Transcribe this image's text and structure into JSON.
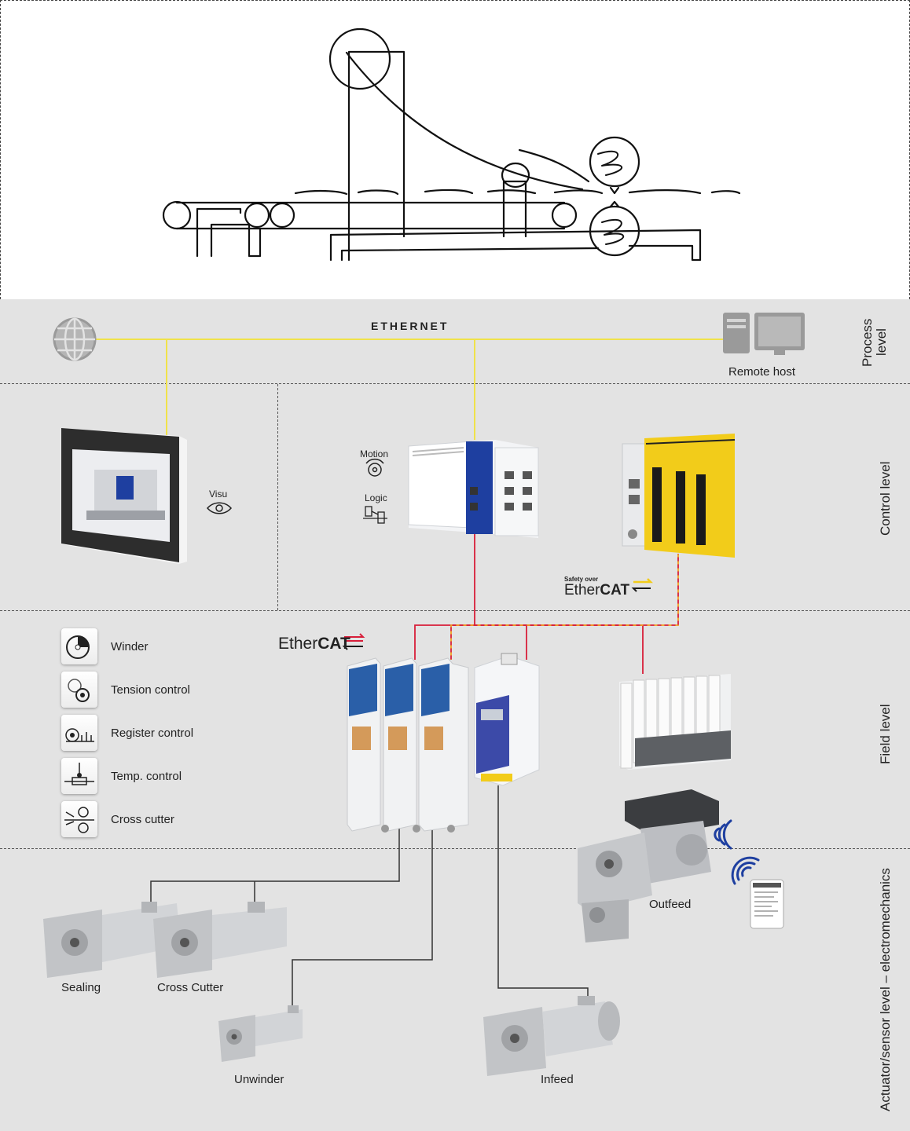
{
  "network": {
    "ethernet_label": "ETHERNET",
    "ethercat_label": "Ether",
    "ethercat_bold": "CAT",
    "safety_over": "Safety over"
  },
  "levels": {
    "process": [
      "Process",
      "level"
    ],
    "control": "Control level",
    "field": "Field level",
    "actuator": "Actuator/sensor level – electromechanics"
  },
  "remote_host": "Remote host",
  "hmi": {
    "visu": "Visu"
  },
  "controller": {
    "motion": "Motion",
    "logic": "Logic"
  },
  "functions": [
    {
      "label": "Winder",
      "icon": "winder-icon"
    },
    {
      "label": "Tension control",
      "icon": "tension-control-icon"
    },
    {
      "label": "Register control",
      "icon": "register-control-icon"
    },
    {
      "label": "Temp. control",
      "icon": "temp-control-icon"
    },
    {
      "label": "Cross cutter",
      "icon": "cross-cutter-icon"
    }
  ],
  "motors": {
    "outfeed": "Outfeed",
    "sealing": "Sealing",
    "cross_cutter": "Cross Cutter",
    "unwinder": "Unwinder",
    "infeed": "Infeed"
  },
  "colors": {
    "ethernet": "#f0e24a",
    "ethercat": "#d81e3a",
    "safety": "#f0a020",
    "panel": "#e3e3e3",
    "safety_module": "#f2cc1a",
    "blue": "#1e3fa0"
  }
}
